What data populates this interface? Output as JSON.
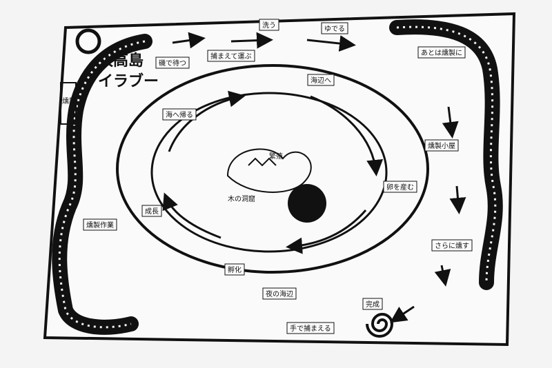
{
  "title": {
    "line1": "久高島",
    "line2": "イラブー",
    "stamp": "燻製"
  },
  "outer_steps": [
    {
      "id": "s1",
      "text": "磯で待つ"
    },
    {
      "id": "s2",
      "text": "捕まえて運ぶ"
    },
    {
      "id": "s3",
      "text": "洗う"
    },
    {
      "id": "s4",
      "text": "ゆでる"
    },
    {
      "id": "s5",
      "text": "あとは燻製に"
    },
    {
      "id": "s6",
      "text": "燻製小屋"
    },
    {
      "id": "s7",
      "text": "さらに燻す"
    },
    {
      "id": "s8",
      "text": "完成"
    },
    {
      "id": "s9",
      "text": "手で捕まえる"
    },
    {
      "id": "s10",
      "text": "夜の海辺"
    },
    {
      "id": "s11",
      "text": "燻製作業"
    }
  ],
  "inner_cycle": [
    {
      "id": "c1",
      "text": "海辺へ"
    },
    {
      "id": "c2",
      "text": "卵を産む"
    },
    {
      "id": "c3",
      "text": "孵化"
    },
    {
      "id": "c4",
      "text": "成長"
    },
    {
      "id": "c5",
      "text": "海へ帰る"
    }
  ],
  "center": {
    "label": "木の洞窟",
    "note": "繁殖"
  },
  "colors": {
    "ink": "#111111",
    "paper": "#f4f4f4",
    "board": "#fafafa"
  }
}
